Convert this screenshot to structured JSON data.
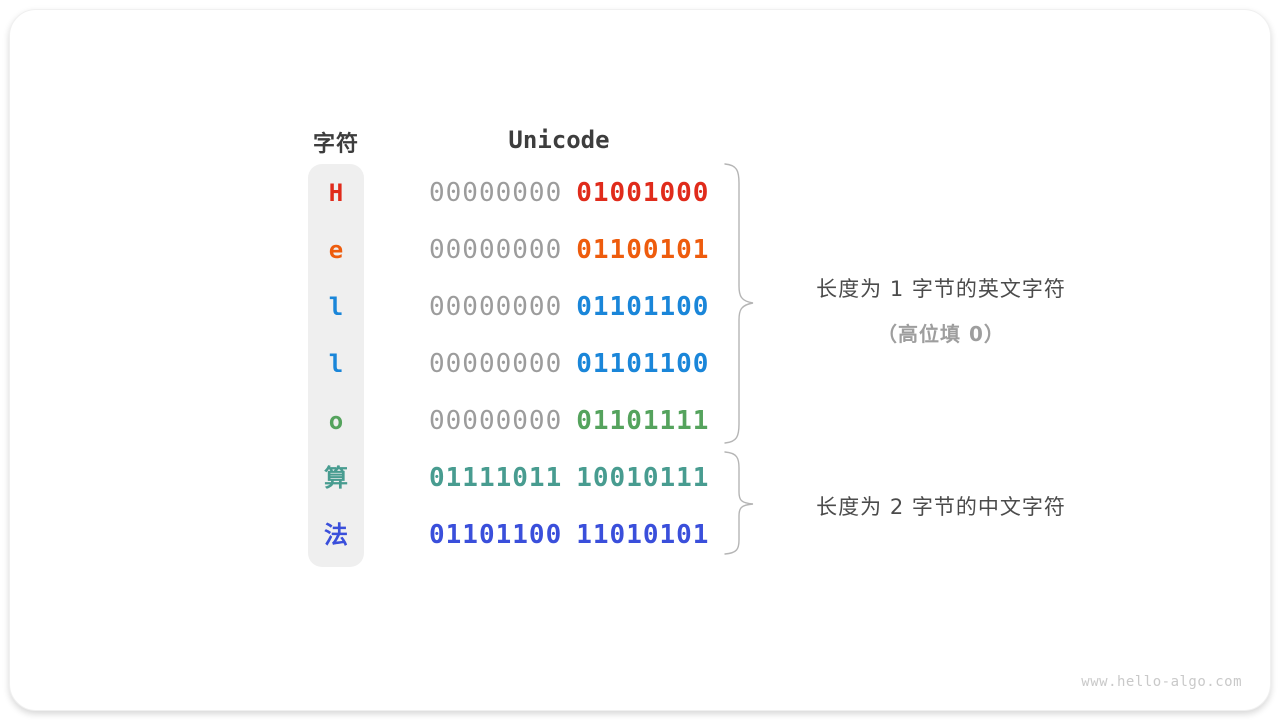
{
  "header": {
    "char_label": "字符",
    "unicode_label": "Unicode"
  },
  "rows": [
    {
      "char": "H",
      "byte1": "00000000",
      "byte2": "01001000",
      "color": "#e02b1b",
      "byte1_highlighted": false
    },
    {
      "char": "e",
      "byte1": "00000000",
      "byte2": "01100101",
      "color": "#ee5c0d",
      "byte1_highlighted": false
    },
    {
      "char": "l",
      "byte1": "00000000",
      "byte2": "01101100",
      "color": "#1a86d9",
      "byte1_highlighted": false
    },
    {
      "char": "l",
      "byte1": "00000000",
      "byte2": "01101100",
      "color": "#1a86d9",
      "byte1_highlighted": false
    },
    {
      "char": "o",
      "byte1": "00000000",
      "byte2": "01101111",
      "color": "#55a35d",
      "byte1_highlighted": false
    },
    {
      "char": "算",
      "byte1": "01111011",
      "byte2": "10010111",
      "color": "#489c90",
      "byte1_highlighted": true
    },
    {
      "char": "法",
      "byte1": "01101100",
      "byte2": "11010101",
      "color": "#3a4fdb",
      "byte1_highlighted": true
    }
  ],
  "annotations": {
    "english": {
      "line1": "长度为 1 字节的英文字符",
      "line2": "（高位填 0）"
    },
    "chinese": {
      "line1": "长度为 2 字节的中文字符"
    }
  },
  "watermark": "www.hello-algo.com",
  "colors": {
    "unused_byte": "#9c9c9c",
    "header_text": "#3d3d3d",
    "char_column_bg": "#efefef",
    "brace": "#b5b5b5",
    "annotation_text": "#4b4b4b",
    "annotation_muted": "#9e9e9e",
    "watermark": "#c9c9c9",
    "card_bg": "#ffffff"
  }
}
